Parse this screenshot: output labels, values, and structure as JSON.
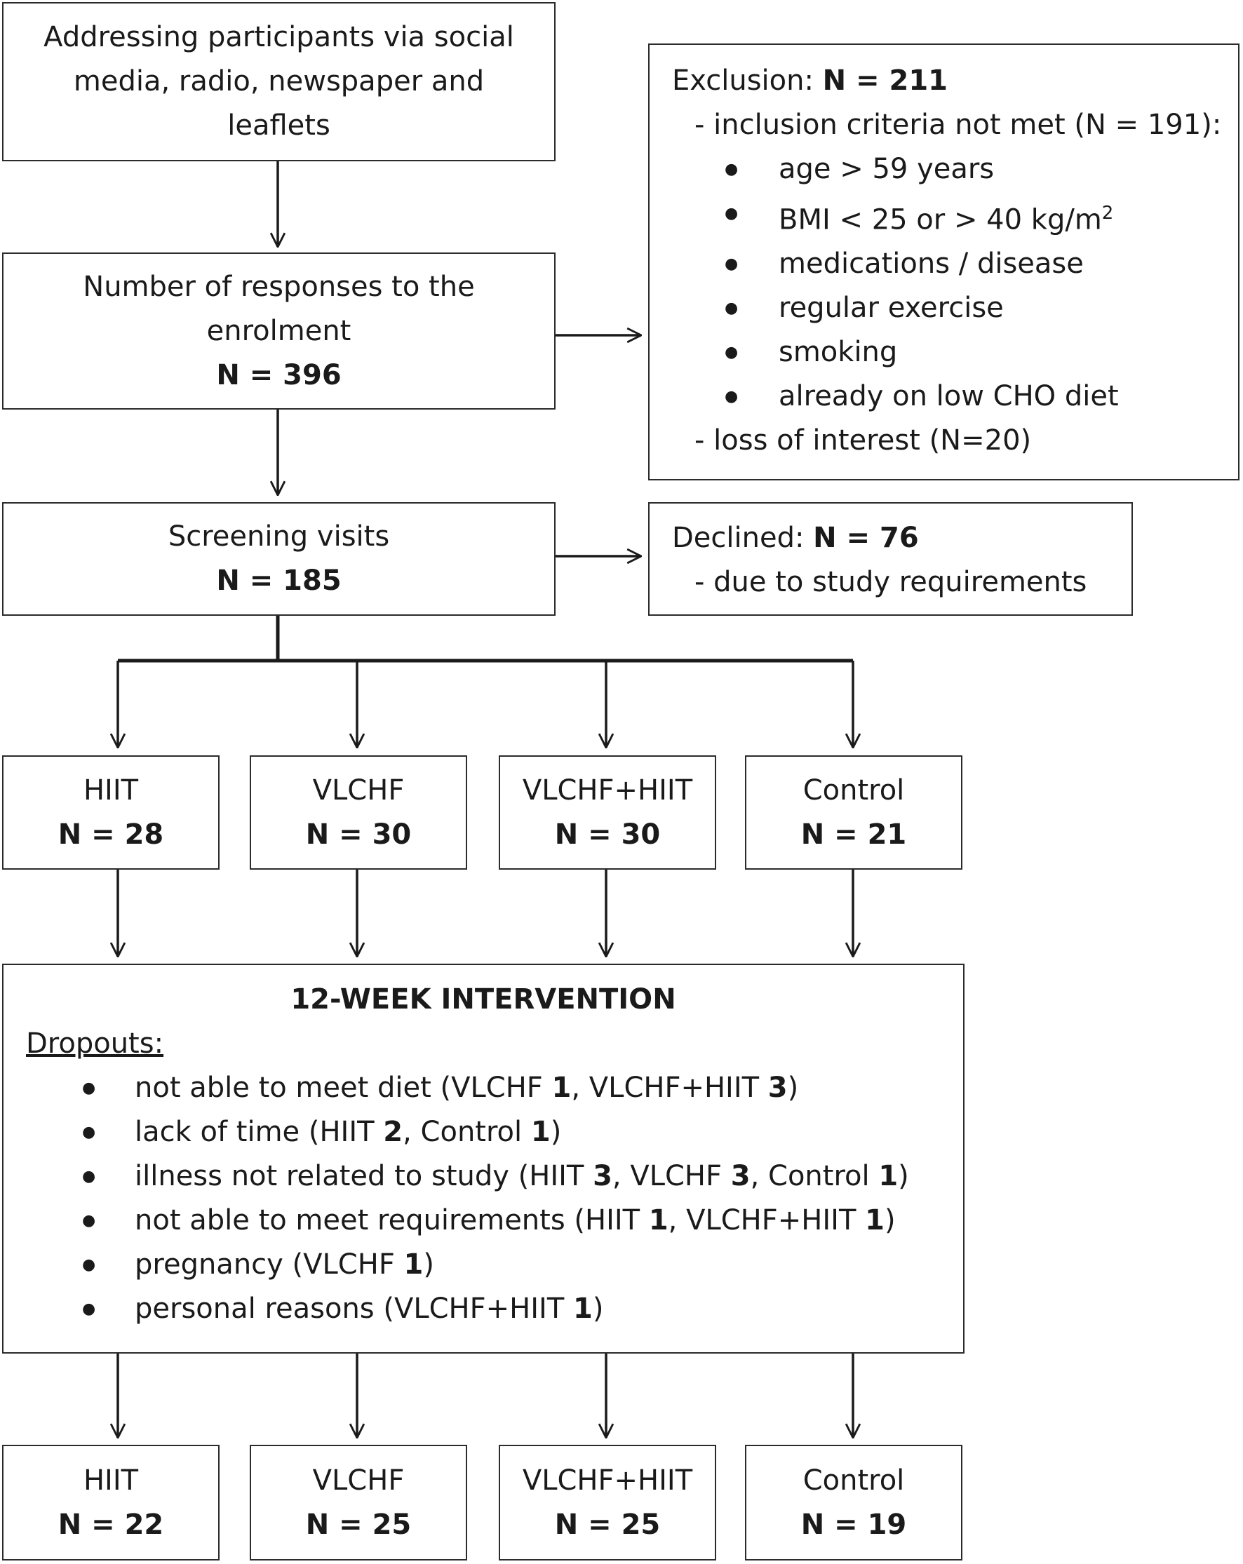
{
  "recruitment": {
    "line1": "Addressing participants via social",
    "line2": "media, radio, newspaper and",
    "line3": "leaflets"
  },
  "responses": {
    "line1": "Number of responses to the",
    "line2": "enrolment",
    "n": "N = 396"
  },
  "exclusion": {
    "label": "Exclusion: ",
    "n": "N = 211",
    "criteria_heading": "- inclusion criteria not met (N = 191):",
    "criteria": [
      "age > 59 years",
      "BMI < 25 or > 40 kg/m",
      "medications / disease",
      "regular exercise",
      "smoking",
      "already on low CHO diet"
    ],
    "bmi_superscript": "2",
    "interest": "- loss of interest (N=20)"
  },
  "screening": {
    "label": "Screening visits",
    "n": "N = 185"
  },
  "declined": {
    "label": "Declined: ",
    "n": "N = 76",
    "reason": "- due to study requirements"
  },
  "groups_start": [
    {
      "name": "HIIT",
      "n": "N = 28"
    },
    {
      "name": "VLCHF",
      "n": "N = 30"
    },
    {
      "name": "VLCHF+HIIT",
      "n": "N = 30"
    },
    {
      "name": "Control",
      "n": "N = 21"
    }
  ],
  "intervention": {
    "title": "12-WEEK INTERVENTION",
    "dropouts_label": "Dropouts:",
    "dropouts": [
      {
        "text": "not able to meet diet (VLCHF ",
        "c1": "1",
        "t2": ", VLCHF+HIIT ",
        "c2": "3",
        "t3": ")",
        "c3": "",
        "t4": ""
      },
      {
        "text": "lack of time (HIIT ",
        "c1": "2",
        "t2": ", Control ",
        "c2": "1",
        "t3": ")",
        "c3": "",
        "t4": ""
      },
      {
        "text": "illness not related to study (HIIT ",
        "c1": "3",
        "t2": ", VLCHF ",
        "c2": "3",
        "t3": ", Control ",
        "c3": "1",
        "t4": ")"
      },
      {
        "text": "not able to meet requirements (HIIT ",
        "c1": "1",
        "t2": ", VLCHF+HIIT ",
        "c2": "1",
        "t3": ")",
        "c3": "",
        "t4": ""
      },
      {
        "text": "pregnancy (VLCHF ",
        "c1": "1",
        "t2": ")",
        "c2": "",
        "t3": "",
        "c3": "",
        "t4": ""
      },
      {
        "text": "personal reasons (VLCHF+HIIT ",
        "c1": "1",
        "t2": ")",
        "c2": "",
        "t3": "",
        "c3": "",
        "t4": ""
      }
    ]
  },
  "groups_end": [
    {
      "name": "HIIT",
      "n": "N = 22"
    },
    {
      "name": "VLCHF",
      "n": "N = 25"
    },
    {
      "name": "VLCHF+HIIT",
      "n": "N = 25"
    },
    {
      "name": "Control",
      "n": "N = 19"
    }
  ]
}
